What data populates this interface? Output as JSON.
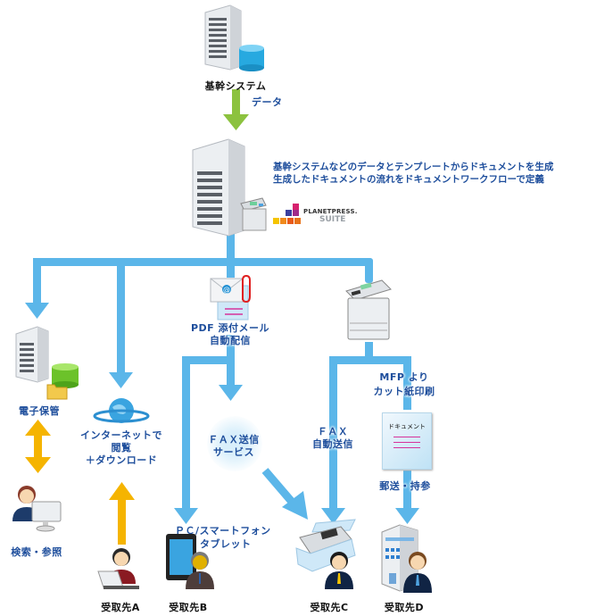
{
  "colors": {
    "flow_blue": "#5bb6e9",
    "flow_green": "#8cc23f",
    "flow_orange": "#f5b400",
    "label_blue": "#1e4e9c",
    "label_black": "#111111",
    "underline_magenta": "#d6339b"
  },
  "top": {
    "core_system_label": "基幹システム",
    "data_label": "データ"
  },
  "server": {
    "description_line1": "基幹システムなどのデータとテンプレートからドキュメントを生成",
    "description_line2": "生成したドキュメントの流れをドキュメントワークフローで定義",
    "logo_line1": "PLANETPRESS.",
    "logo_line2": "SUITE"
  },
  "nodes": {
    "archive": "電子保管",
    "internet_line1": "インターネットで",
    "internet_line2": "閲覧",
    "internet_line3": "＋ダウンロード",
    "pdf_mail_line1": "PDF 添付メール",
    "pdf_mail_line2": "自動配信",
    "fax_service_line1": "ＦＡＸ送信",
    "fax_service_line2": "サービス",
    "fax_auto_line1": "ＦＡＸ",
    "fax_auto_line2": "自動送信",
    "mfp_line1": "MFP より",
    "mfp_line2": "カット紙印刷",
    "document_title": "ドキュメント",
    "mail_delivery": "郵送・持参",
    "search_browse": "検索・参照",
    "pc_line1": "ＰＣ/スマートフォン",
    "pc_line2": "タブレット"
  },
  "recipients": {
    "a": "受取先A",
    "b": "受取先B",
    "c": "受取先C",
    "d": "受取先D"
  }
}
